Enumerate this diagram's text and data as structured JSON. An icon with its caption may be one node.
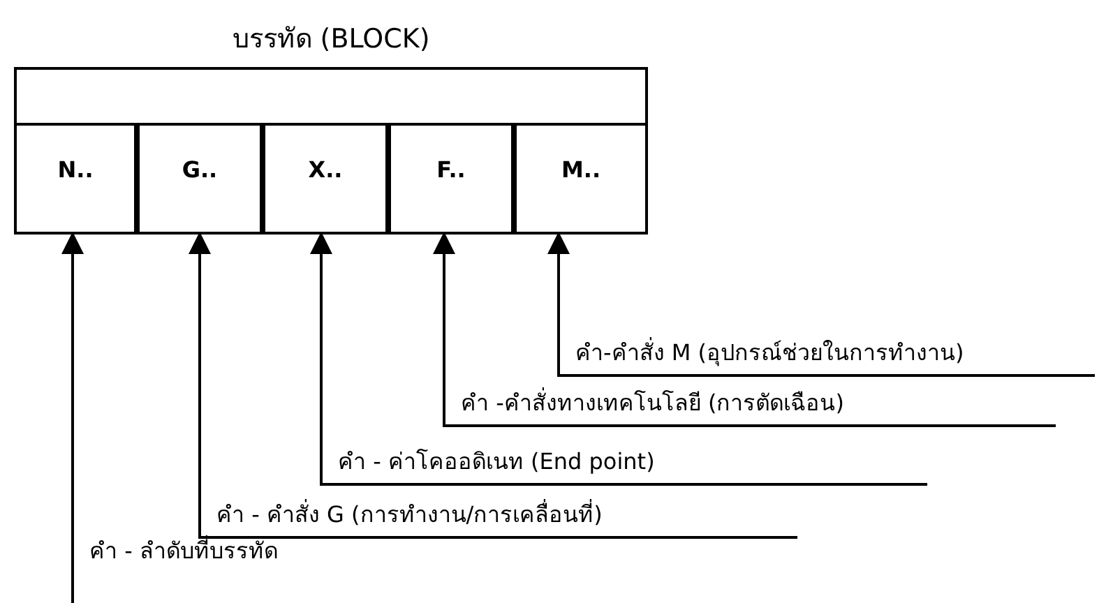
{
  "diagram": {
    "nodes": [
      {
        "text": [
          "บรรทัด (BLOCK)"
        ]
      },
      {
        "text": [
          "N.."
        ],
        "in": 0
      },
      {
        "text": [
          "G.."
        ],
        "in": 0
      },
      {
        "text": [
          "X.."
        ],
        "in": 0
      },
      {
        "text": [
          "F.."
        ],
        "in": 0
      },
      {
        "text": [
          "M.."
        ],
        "in": 0
      },
      {
        "text": [
          "คำ-คำสั่ง M (อุปกรณ์ช่วยในการทำงาน)"
        ]
      },
      {
        "text": [
          "คำ -คำสั่งทางเทคโนโลยี (การตัดเฉือน)"
        ]
      },
      {
        "text": [
          "คำ - ค่าโคออดิเนท (End point)"
        ]
      },
      {
        "text": [
          "คำ - คำสั่ง G (การทำงาน/การเคลื่อนที่)"
        ]
      },
      {
        "text": [
          "คำ - ลำดับที่บรรทัด"
        ]
      }
    ],
    "edges": [
      {
        "from": 10,
        "to": 1,
        "arrow": "to"
      },
      {
        "from": 9,
        "to": 2,
        "arrow": "to"
      },
      {
        "from": 8,
        "to": 3,
        "arrow": "to"
      },
      {
        "from": 7,
        "to": 4,
        "arrow": "to"
      },
      {
        "from": 6,
        "to": 5,
        "arrow": "to"
      }
    ]
  }
}
